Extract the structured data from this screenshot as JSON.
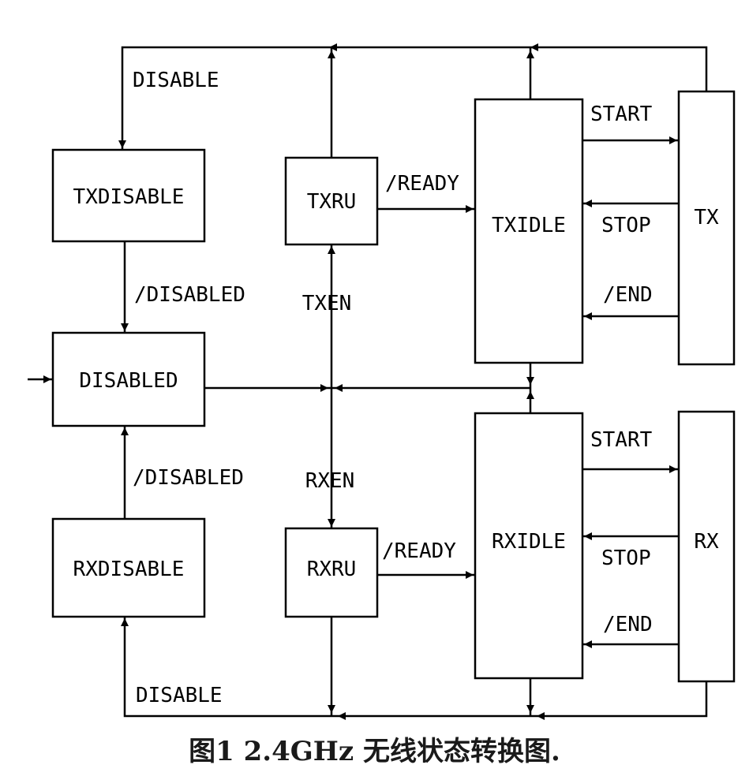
{
  "states": {
    "txdisable": "TXDISABLE",
    "disabled": "DISABLED",
    "rxdisable": "RXDISABLE",
    "txru": "TXRU",
    "rxru": "RXRU",
    "txidle": "TXIDLE",
    "rxidle": "RXIDLE",
    "tx": "TX",
    "rx": "RX"
  },
  "labels": {
    "disable_top": "DISABLE",
    "disable_bottom": "DISABLE",
    "disabled_top": "/DISABLED",
    "disabled_bottom": "/DISABLED",
    "txen": "TXEN",
    "rxen": "RXEN",
    "ready_tx": "/READY",
    "ready_rx": "/READY",
    "start_tx": "START",
    "stop_tx": "STOP",
    "end_tx": "/END",
    "start_rx": "START",
    "stop_rx": "STOP",
    "end_rx": "/END"
  },
  "caption": "图1   2.4GHz 无线状态转换图."
}
